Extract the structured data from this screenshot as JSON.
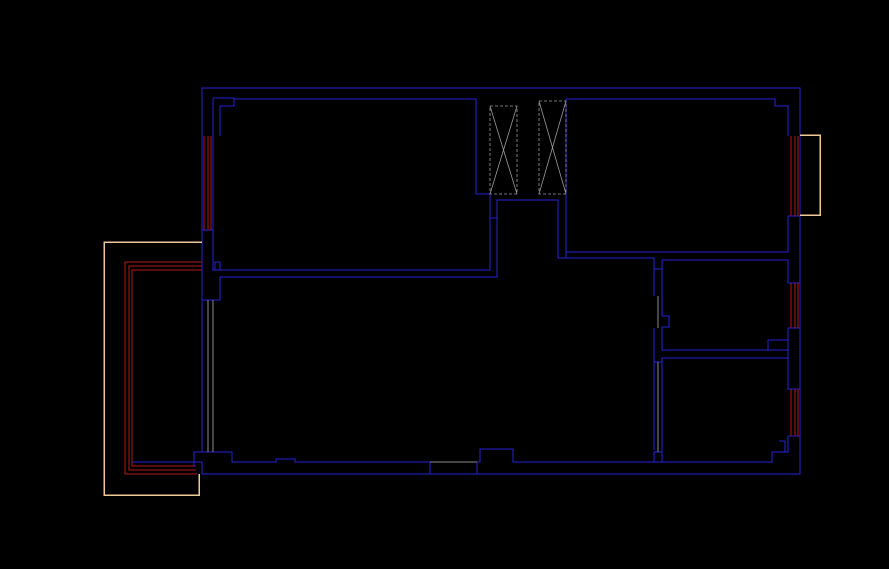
{
  "drawing": {
    "background": "#000000",
    "layers": {
      "walls": "#2323d8",
      "windows": "#b01818",
      "balcony": "#f0c898",
      "shafts": "#9a9a9a",
      "openings": "#8a8a8a"
    },
    "elements": [
      "exterior-wall",
      "interior-partitions",
      "window-west",
      "window-east-upper",
      "window-east-middle",
      "window-east-lower",
      "balcony-enclosure",
      "balcony-bay-east",
      "shaft-left",
      "shaft-right",
      "door-opening-south",
      "glazing-west-living"
    ]
  }
}
